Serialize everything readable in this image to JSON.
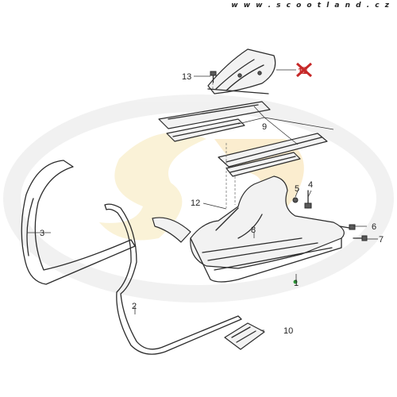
{
  "watermark": {
    "url_text": "w w w . s c o o t l a n d . c z",
    "logo_colors": [
      "#f6e9b8",
      "#f9dfa8",
      "#e7e7e7"
    ]
  },
  "callouts": {
    "c1": "1",
    "c2": "2",
    "c3": "3",
    "c4": "4",
    "c5": "5",
    "c6": "6",
    "c7": "7",
    "c8": "8",
    "c9": "9",
    "c10": "10",
    "c11": "11",
    "c12": "12",
    "c13": "13"
  },
  "colors": {
    "highlight": "#c62828",
    "line": "#2b2b2b",
    "point_marker": "#2e9d3a"
  }
}
